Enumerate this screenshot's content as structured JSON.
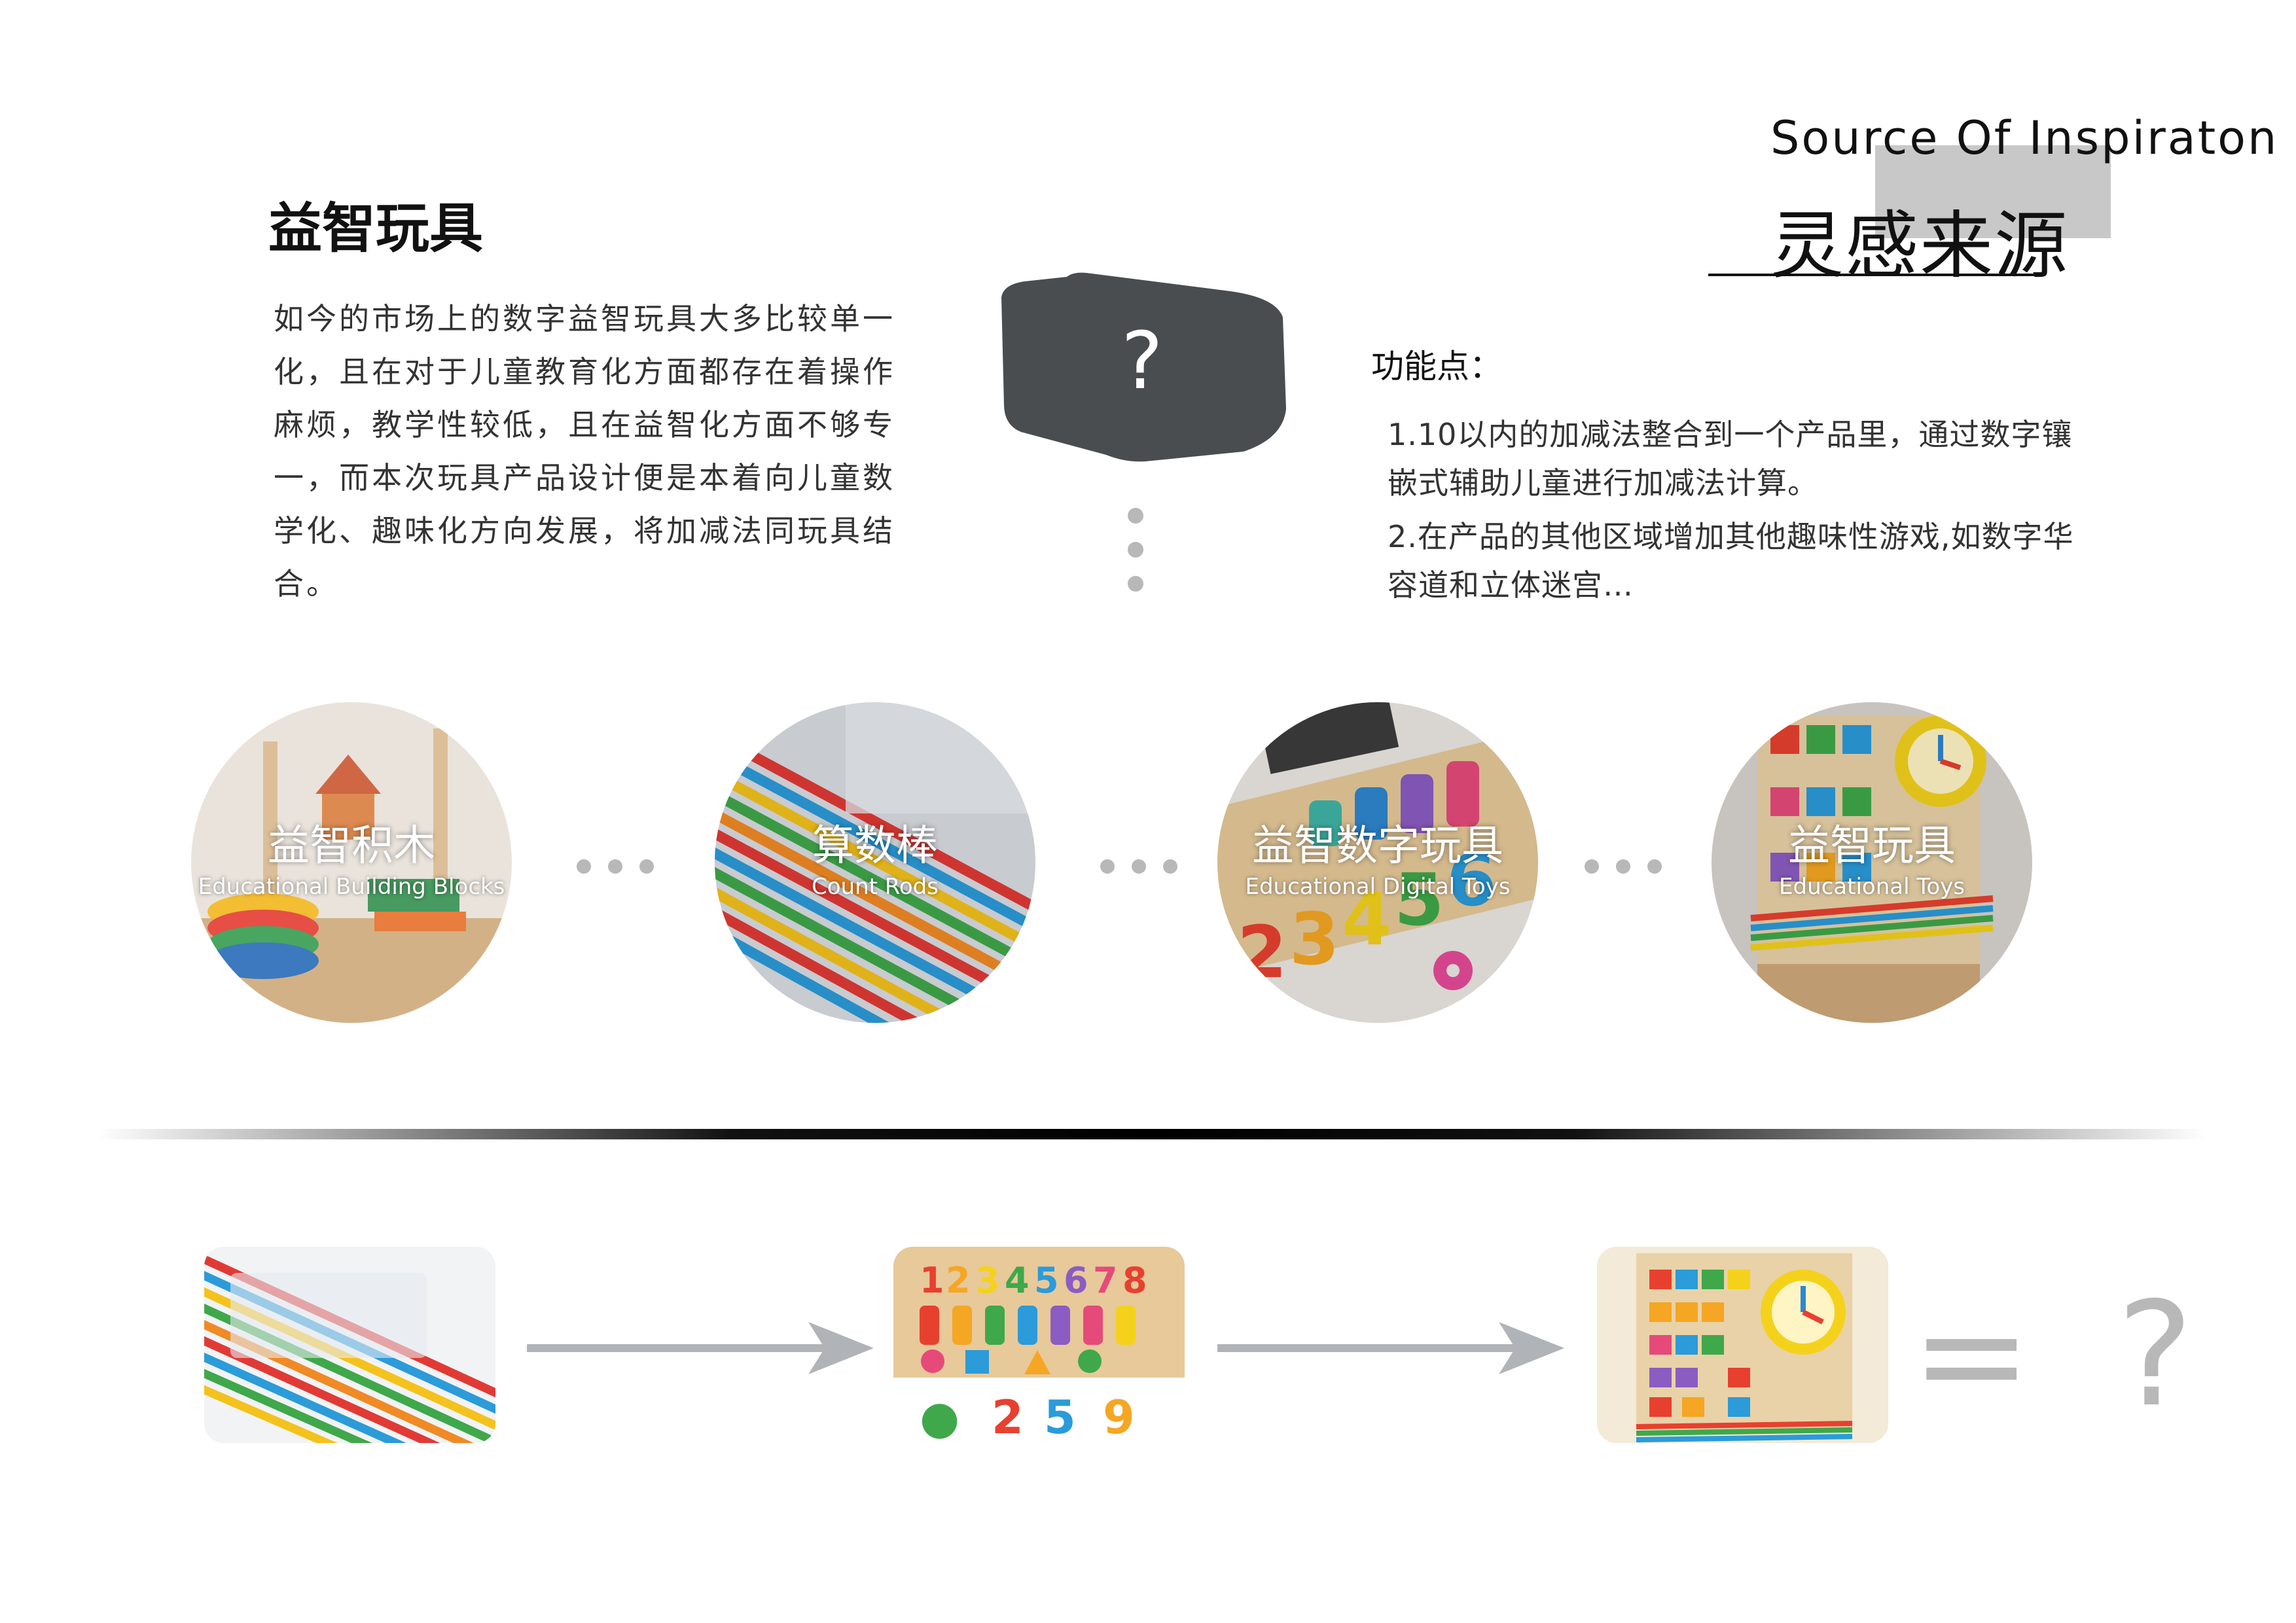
{
  "header": {
    "english_title": "Source Of Inspiraton",
    "chinese_title": "灵感来源"
  },
  "intro": {
    "title": "益智玩具",
    "description": "如今的市场上的数字益智玩具大多比较单一化，且在对于儿童教育化方面都存在着操作麻烦，教学性较低，且在益智化方面不够专一，而本次玩具产品设计便是本着向儿童数学化、趣味化方向发展，将加减法同玩具结合。"
  },
  "mystery_box": {
    "symbol": "?"
  },
  "features": {
    "title": "功能点：",
    "items": [
      "1.10以内的加减法整合到一个产品里，通过数字镶嵌式辅助儿童进行加减法计算。",
      "2.在产品的其他区域增加其他趣味性游戏,如数字华容道和立体迷宫…"
    ]
  },
  "categories": [
    {
      "name_cn": "益智积木",
      "name_en": "Educational Building Blocks",
      "icon": "wooden-blocks-photo"
    },
    {
      "name_cn": "算数棒",
      "name_en": "Count Rods",
      "icon": "counting-rods-photo"
    },
    {
      "name_cn": "益智数字玩具",
      "name_en": "Educational Digital Toys",
      "icon": "number-puzzle-photo"
    },
    {
      "name_cn": "益智玩具",
      "name_en": "Educational Toys",
      "icon": "math-board-photo"
    }
  ],
  "equation": {
    "text": "= ?"
  },
  "colors": {
    "accent_gray": "#4a4d50",
    "arrow_gray": "#b0b3b7",
    "header_box": "#c8c8c8"
  }
}
